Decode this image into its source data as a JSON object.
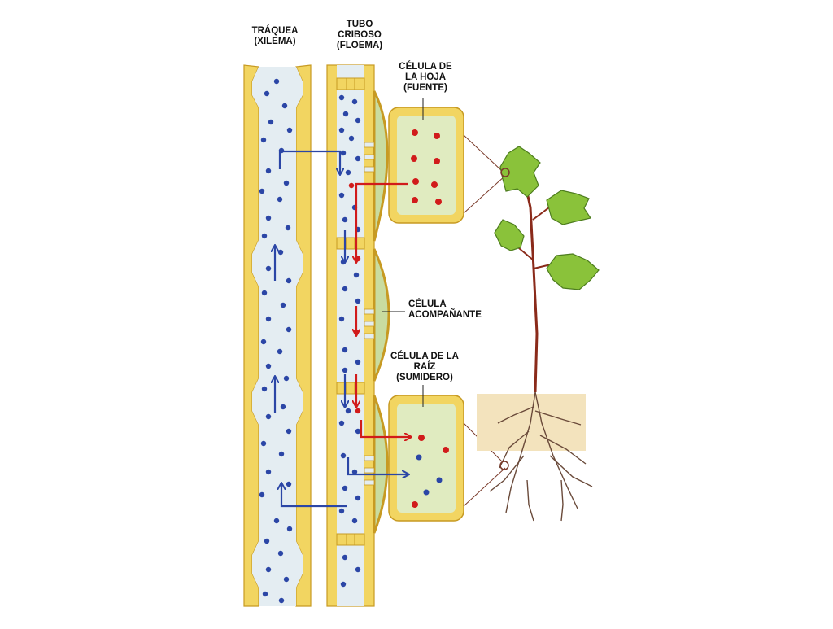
{
  "labels": {
    "xylem_l1": "TRÁQUEA",
    "xylem_l2": "(XILEMA)",
    "phloem_l1": "TUBO",
    "phloem_l2": "CRIBOSO",
    "phloem_l3": "(FLOEMA)",
    "leaf_l1": "CÉLULA DE",
    "leaf_l2": "LA HOJA",
    "leaf_l3": "(FUENTE)",
    "companion_l1": "CÉLULA",
    "companion_l2": "ACOMPAÑANTE",
    "root_l1": "CÉLULA DE LA",
    "root_l2": "RAÍZ",
    "root_l3": "(SUMIDERO)"
  },
  "colors": {
    "wall": "#f2d561",
    "wall_stroke": "#c79a22",
    "lumen": "#e4edf2",
    "cell_fill": "#e0ebc0",
    "companion_fill": "#c9dca0",
    "water": "#2b46a6",
    "sugar": "#d11b1b",
    "leaf_green": "#8ac23a",
    "stem": "#8a2a1a",
    "soil": "#f3e3bd",
    "root": "#6a4a3a"
  },
  "icons": {
    "water_dot": "blue-dot",
    "sugar_dot": "red-dot",
    "leaf_zoom": "circle-marker",
    "root_zoom": "circle-marker"
  }
}
